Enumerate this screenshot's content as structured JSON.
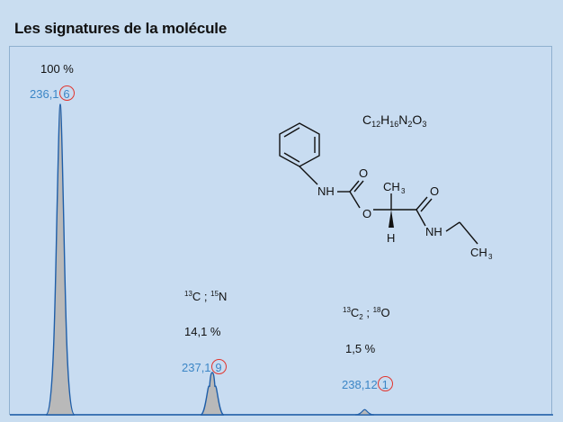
{
  "title": "Les signatures de la molécule",
  "colors": {
    "mz_text": "#3c86c6",
    "highlight_circle": "#e2352e",
    "peak_fill": "#b9b9b9",
    "peak_line": "#1f5ea8"
  },
  "formula": {
    "c": "C",
    "c_n": "12",
    "h": "H",
    "h_n": "16",
    "n": "N",
    "n_n": "2",
    "o": "O",
    "o_n": "3"
  },
  "peaks": [
    {
      "intensity_label": "100 %",
      "mz_prefix": "236,1",
      "mz_highlight": "6",
      "relative_intensity": 100
    },
    {
      "isotope_a": "13",
      "isotope_a_el": "C ; ",
      "isotope_b": "15",
      "isotope_b_el": "N",
      "intensity_label": "14,1 %",
      "mz_prefix": "237,1",
      "mz_highlight": "9",
      "relative_intensity": 14.1
    },
    {
      "isotope_a": "13",
      "isotope_a_el": "C",
      "isotope_a_sub": "2",
      "isotope_sep": " ; ",
      "isotope_b": "18",
      "isotope_b_el": "O",
      "intensity_label": "1,5 %",
      "mz_prefix": "238,12",
      "mz_highlight": "1",
      "relative_intensity": 1.5
    }
  ],
  "molecule": {
    "atoms": {
      "nh1": "NH",
      "o_carbonyl1": "O",
      "o_ester": "O",
      "ch3_top": "CH",
      "ch3_top_n": "3",
      "o_carbonyl2": "O",
      "h_wedge": "H",
      "nh2": "NH",
      "ch3_end": "CH",
      "ch3_end_n": "3"
    }
  }
}
